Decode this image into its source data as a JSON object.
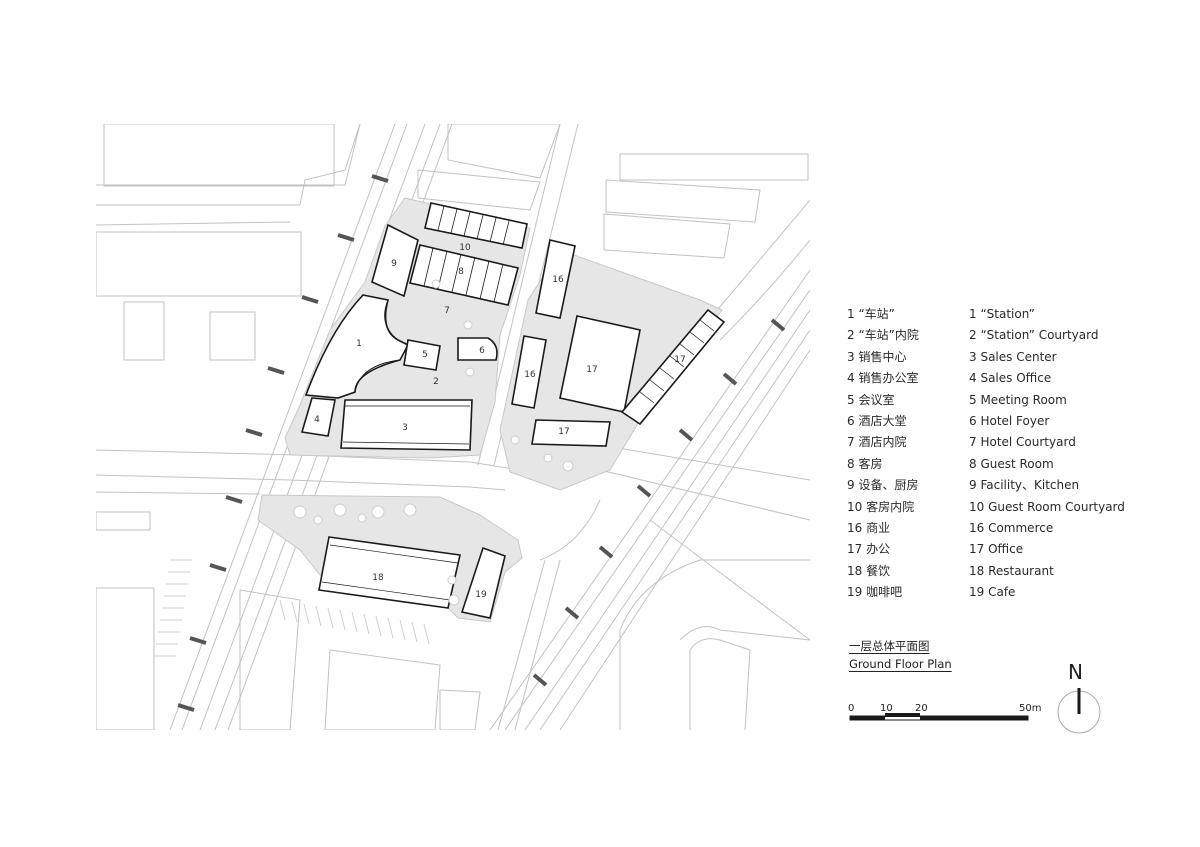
{
  "legend": {
    "chinese": [
      "1 “车站”",
      "2 “车站”内院",
      "3 销售中心",
      "4 销售办公室",
      "5 会议室",
      "6 酒店大堂",
      "7 酒店内院",
      "8 客房",
      "9 设备、厨房",
      "10 客房内院",
      "16 商业",
      "17 办公",
      "18 餐饮",
      "19 咖啡吧"
    ],
    "english": [
      "1 “Station”",
      "2 “Station” Courtyard",
      "3 Sales Center",
      "4 Sales Office",
      "5 Meeting Room",
      "6 Hotel Foyer",
      "7 Hotel Courtyard",
      "8 Guest Room",
      "9 Facility、Kitchen",
      "10 Guest Room Courtyard",
      "16 Commerce",
      "17 Office",
      "18 Restaurant",
      "19 Cafe"
    ]
  },
  "title": {
    "chinese": "一层总体平面图",
    "english": "Ground Floor Plan"
  },
  "scale_bar": {
    "labels": [
      "0",
      "10",
      "20",
      "50m"
    ]
  },
  "north_arrow": {
    "label": "N",
    "icon": "north-arrow-icon"
  },
  "plan_labels": {
    "l1": "1",
    "l2": "2",
    "l3": "3",
    "l4": "4",
    "l5": "5",
    "l6": "6",
    "l7": "7",
    "l8": "8",
    "l9": "9",
    "l10": "10",
    "l16a": "16",
    "l16b": "16",
    "l17a": "17",
    "l17b": "17",
    "l17c": "17",
    "l18": "18",
    "l19": "19"
  },
  "colors": {
    "site_fill": "#e6e6e6",
    "building_outline": "#1a1a1a",
    "context_line": "#c2c2c2",
    "rail_tie": "#555555"
  }
}
